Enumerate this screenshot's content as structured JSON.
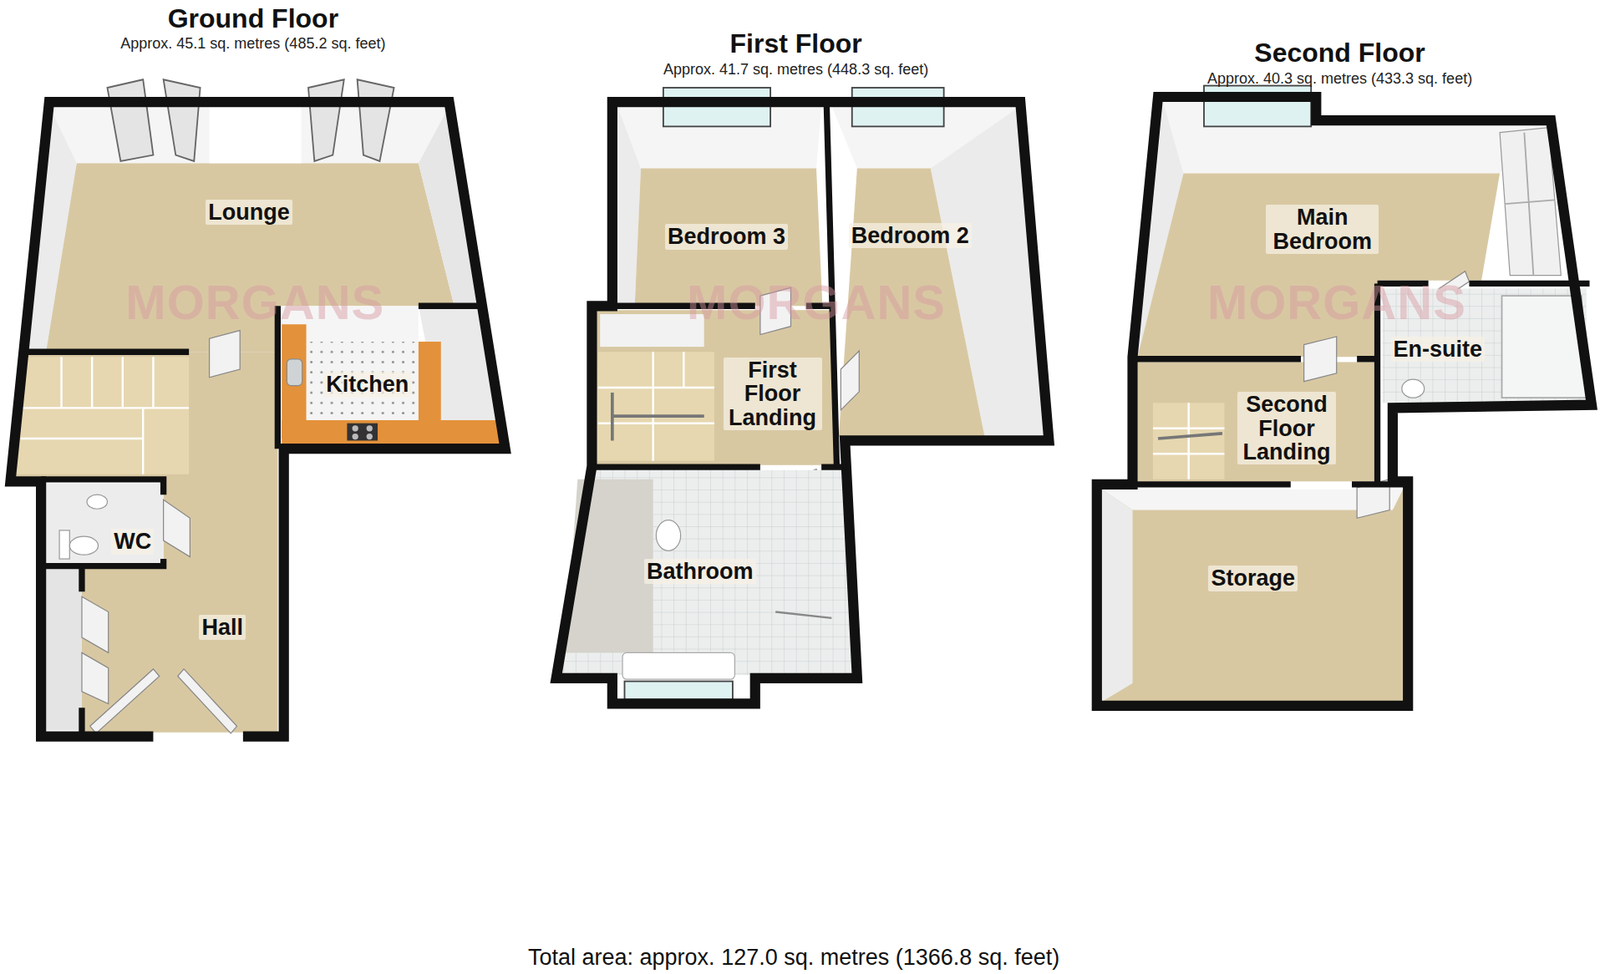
{
  "diagram": {
    "caption": "Total area: approx. 127.0 sq. metres (1366.8 sq. feet)",
    "nodes": [
      {
        "text": [
          "Ground Floor",
          "Approx. 45.1 sq. metres (485.2 sq. feet)"
        ]
      },
      {
        "text": [
          "Lounge"
        ],
        "in": 0
      },
      {
        "text": [
          "Kitchen"
        ],
        "in": 0
      },
      {
        "text": [
          "WC"
        ],
        "in": 0
      },
      {
        "text": [
          "Hall"
        ],
        "in": 0
      },
      {
        "text": [
          "First Floor",
          "Approx. 41.7 sq. metres (448.3 sq. feet)"
        ]
      },
      {
        "text": [
          "Bedroom 3"
        ],
        "in": 5
      },
      {
        "text": [
          "Bedroom 2"
        ],
        "in": 5
      },
      {
        "text": [
          "First Floor Landing"
        ],
        "in": 5
      },
      {
        "text": [
          "Bathroom"
        ],
        "in": 5
      },
      {
        "text": [
          "Second Floor",
          "Approx. 40.3 sq. metres (433.3 sq. feet)"
        ]
      },
      {
        "text": [
          "Main Bedroom"
        ],
        "in": 10
      },
      {
        "text": [
          "En-suite"
        ],
        "in": 10
      },
      {
        "text": [
          "Second Floor Landing"
        ],
        "in": 10
      },
      {
        "text": [
          "Storage"
        ],
        "in": 10
      }
    ],
    "labels": [
      "MORGANS",
      "MORGANS",
      "MORGANS"
    ]
  }
}
